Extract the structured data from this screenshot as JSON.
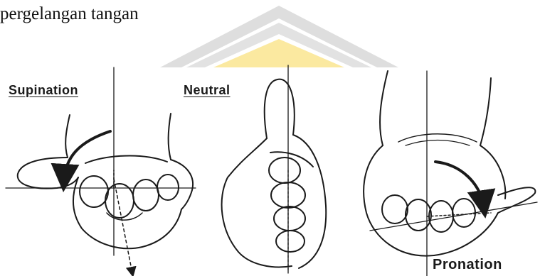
{
  "caption": {
    "text": "pergelangan tangan"
  },
  "figure": {
    "labels": {
      "supination": "Supination",
      "neutral": "Neutral",
      "pronation": "Pronation"
    }
  },
  "colors": {
    "ink": "#1a1a1a",
    "watermark_gray": "#d6d6d6",
    "watermark_yellow": "#fbe9a0"
  },
  "watermark": {
    "type": "university-logo",
    "shape": "chevron"
  }
}
